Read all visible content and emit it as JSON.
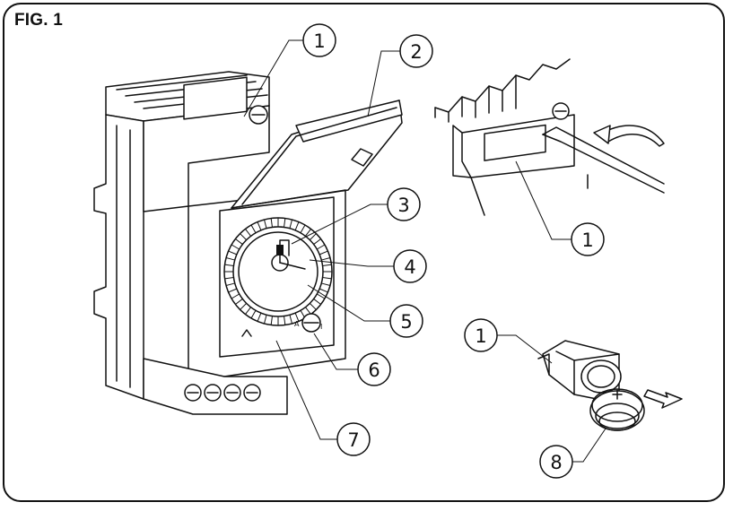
{
  "figure": {
    "title": "FIG. 1"
  },
  "callouts": [
    "1",
    "2",
    "3",
    "4",
    "5",
    "6",
    "7",
    "1",
    "1",
    "8"
  ]
}
